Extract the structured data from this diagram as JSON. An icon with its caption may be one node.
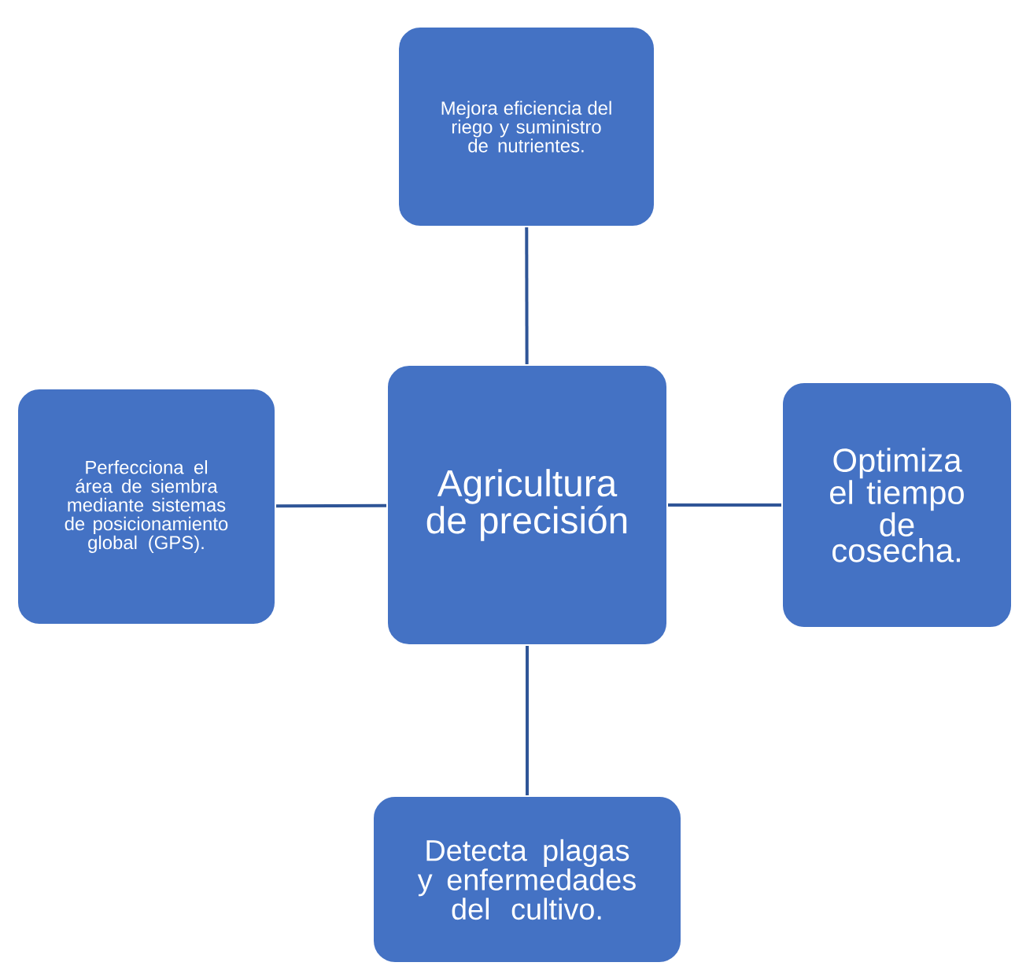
{
  "diagram": {
    "nodes": [
      {
        "text": [
          "Mejora eficiencia del riego y suministro de nutrientes."
        ]
      },
      {
        "text": [
          "Perfecciona el área de siembra mediante sistemas de posicionamiento global (GPS)."
        ]
      },
      {
        "text": [
          "Agricultura de precisión"
        ]
      },
      {
        "text": [
          "Optimiza el tiempo de cosecha."
        ]
      },
      {
        "text": [
          "Detecta plagas y enfermedades del cultivo."
        ]
      }
    ],
    "edges": [
      {
        "from": 2,
        "to": 0,
        "arrow": "none"
      },
      {
        "from": 2,
        "to": 1,
        "arrow": "none"
      },
      {
        "from": 2,
        "to": 3,
        "arrow": "none"
      },
      {
        "from": 2,
        "to": 4,
        "arrow": "none"
      }
    ]
  }
}
